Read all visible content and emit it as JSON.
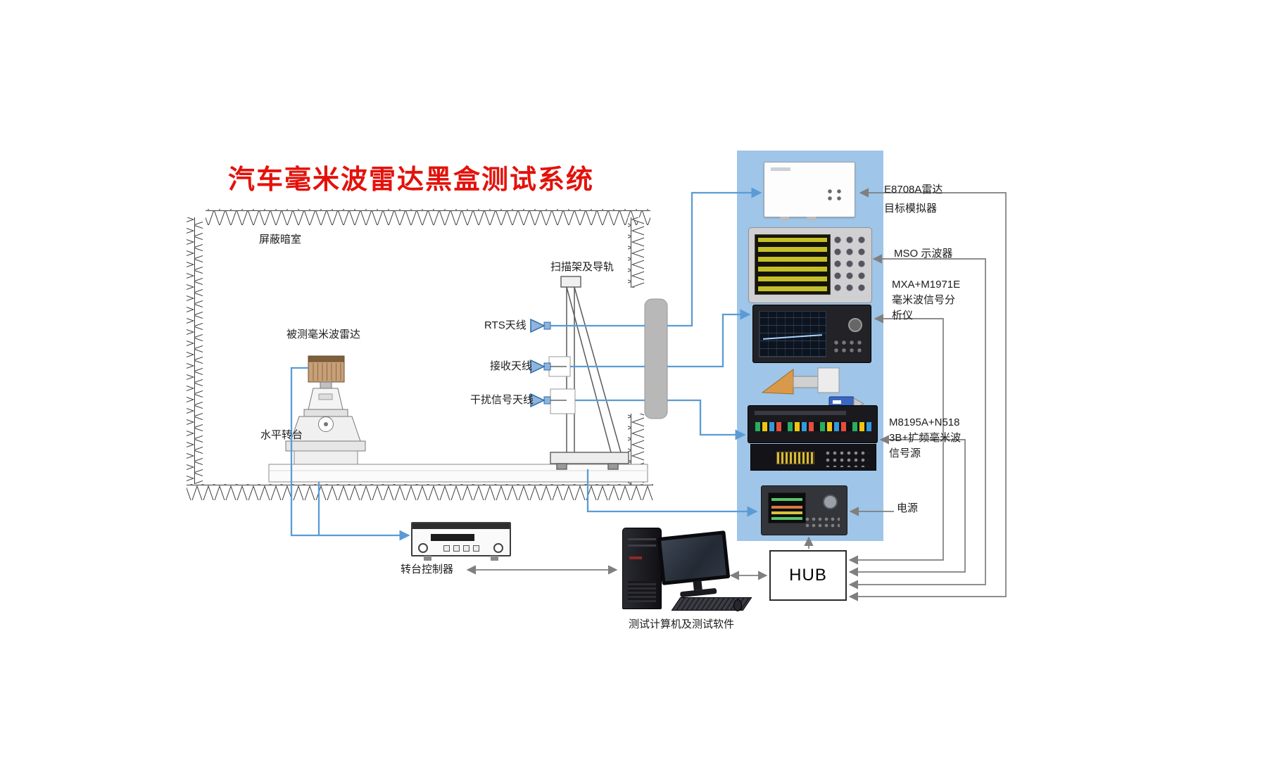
{
  "title": "汽车毫米波雷达黑盒测试系统",
  "chamber": {
    "label": "屏蔽暗室",
    "scanner_label": "扫描架及导轨",
    "rts_antenna_label": "RTS天线",
    "receive_antenna_label": "接收天线",
    "interference_antenna_label": "干扰信号天线",
    "radar_label": "被测毫米波雷达",
    "turntable_label": "水平转台"
  },
  "rack": {
    "simulator_label": [
      "E8708A雷达",
      "目标模拟器"
    ],
    "oscilloscope_label": "MSO 示波器",
    "analyzer_label": [
      "MXA+M1971E",
      "毫米波信号分",
      "析仪"
    ],
    "source_label": [
      "M8195A+N518",
      "3B+扩频毫米波",
      "信号源"
    ],
    "power_label": "电源"
  },
  "bottom": {
    "controller_label": "转台控制器",
    "computer_label": "测试计算机及测试软件",
    "hub_label": "HUB"
  },
  "colors": {
    "title_red": "#e3120b",
    "cable_blue": "#5b9bd5",
    "line_gray": "#7f7f7f",
    "panel_blue": "#9fc5e8"
  }
}
